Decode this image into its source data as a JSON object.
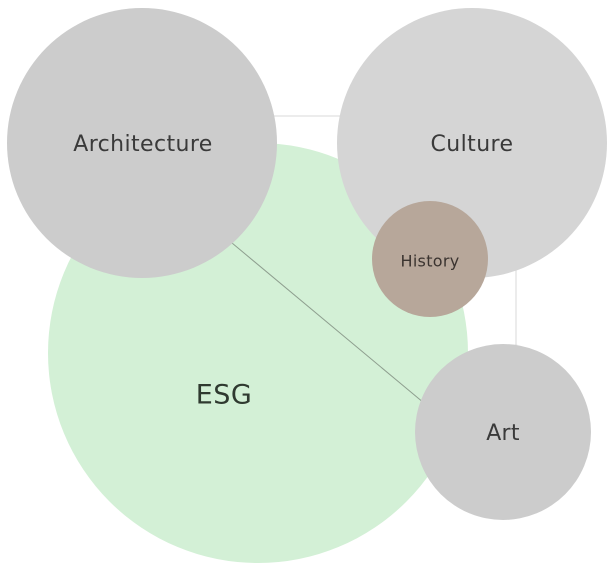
{
  "diagram": {
    "nodes": [
      {
        "id": "esg",
        "label": "ESG",
        "color": "#d3f0d6"
      },
      {
        "id": "architecture",
        "label": "Architecture",
        "color": "#cccccc"
      },
      {
        "id": "culture",
        "label": "Culture",
        "color": "#d5d5d5"
      },
      {
        "id": "art",
        "label": "Art",
        "color": "#cccccc"
      },
      {
        "id": "history",
        "label": "History",
        "color": "#b7a79a"
      }
    ],
    "edges": [
      {
        "from": "architecture",
        "to": "culture"
      },
      {
        "from": "architecture",
        "to": "art"
      },
      {
        "from": "culture",
        "to": "art"
      }
    ],
    "colors": {
      "edge_light": "#d8d8d8",
      "edge_dark": "#8e9e8f",
      "text": "#3a3a3a",
      "background": "#ffffff"
    }
  }
}
